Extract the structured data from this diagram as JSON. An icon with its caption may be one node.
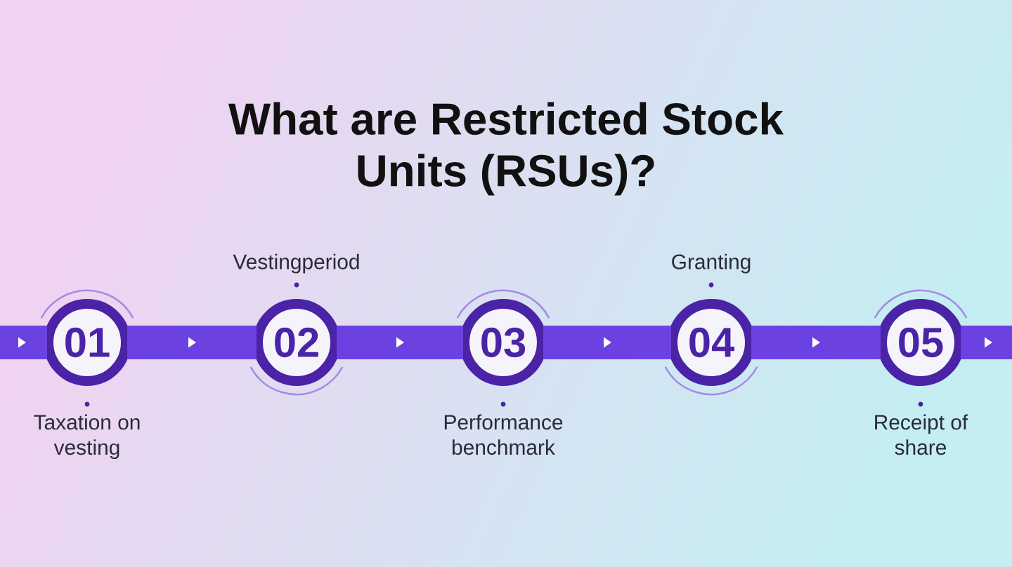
{
  "diagram": {
    "title": "What are Restricted Stock Units (RSUs)?",
    "nodes": [
      {
        "text": [
          "01"
        ],
        "beside": [
          "Taxation on vesting"
        ]
      },
      {
        "text": [
          "02"
        ],
        "beside": [
          "Vestingperiod"
        ]
      },
      {
        "text": [
          "03"
        ],
        "beside": [
          "Performance benchmark"
        ]
      },
      {
        "text": [
          "04"
        ],
        "beside": [
          "Granting"
        ]
      },
      {
        "text": [
          "05"
        ],
        "beside": [
          "Receipt of share"
        ]
      }
    ],
    "edges": [
      {
        "from": null,
        "to": 0,
        "arrow": "to"
      },
      {
        "from": 0,
        "to": 1,
        "arrow": "to"
      },
      {
        "from": 1,
        "to": 2,
        "arrow": "to"
      },
      {
        "from": 2,
        "to": 3,
        "arrow": "to"
      },
      {
        "from": 3,
        "to": 4,
        "arrow": "to"
      },
      {
        "from": 4,
        "to": null,
        "arrow": "to"
      }
    ]
  }
}
